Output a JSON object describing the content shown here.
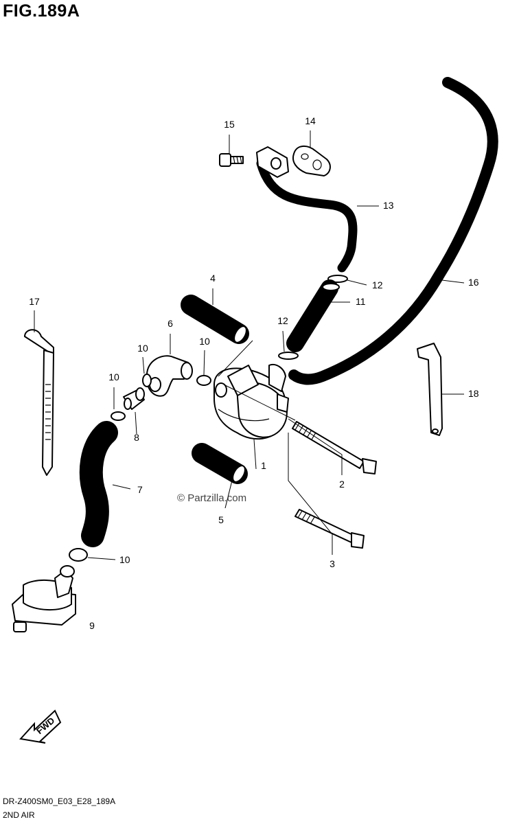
{
  "header": {
    "title": "FIG.189A"
  },
  "footer": {
    "code": "DR-Z400SM0_E03_E28_189A",
    "section": "2ND AIR"
  },
  "watermark": "© Partzilla.com",
  "fwd_label": "FWD",
  "callouts": [
    {
      "label": "1"
    },
    {
      "label": "2"
    },
    {
      "label": "3"
    },
    {
      "label": "4"
    },
    {
      "label": "5"
    },
    {
      "label": "6"
    },
    {
      "label": "7"
    },
    {
      "label": "8"
    },
    {
      "label": "9"
    },
    {
      "label": "10"
    },
    {
      "label": "10"
    },
    {
      "label": "10"
    },
    {
      "label": "10"
    },
    {
      "label": "11"
    },
    {
      "label": "12"
    },
    {
      "label": "12"
    },
    {
      "label": "13"
    },
    {
      "label": "14"
    },
    {
      "label": "15"
    },
    {
      "label": "16"
    },
    {
      "label": "17"
    },
    {
      "label": "18"
    }
  ]
}
